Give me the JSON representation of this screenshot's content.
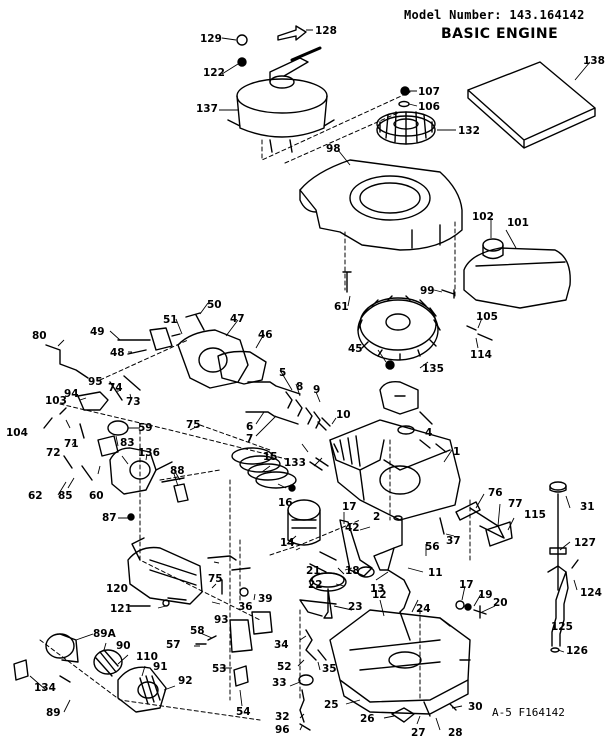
{
  "header": {
    "model_label": "Model Number:",
    "model_number": "143.164142",
    "title": "BASIC ENGINE"
  },
  "reference": "A-5  F164142",
  "callouts": [
    "129",
    "128",
    "122",
    "137",
    "107",
    "106",
    "132",
    "138",
    "98",
    "102",
    "101",
    "99",
    "61",
    "105",
    "114",
    "50",
    "51",
    "47",
    "46",
    "49",
    "48",
    "80",
    "95",
    "94",
    "74",
    "73",
    "103",
    "104",
    "72",
    "71",
    "59",
    "75",
    "45",
    "135",
    "5",
    "8",
    "9",
    "10",
    "4",
    "6",
    "7",
    "133",
    "15",
    "83",
    "136",
    "88",
    "62",
    "85",
    "60",
    "87",
    "1",
    "76",
    "77",
    "115",
    "17",
    "2",
    "42",
    "16",
    "14",
    "56",
    "37",
    "31",
    "127",
    "18",
    "21",
    "22",
    "13",
    "11",
    "124",
    "17",
    "19",
    "20",
    "120",
    "121",
    "75",
    "39",
    "93",
    "36",
    "23",
    "12",
    "24",
    "125",
    "126",
    "58",
    "57",
    "53",
    "89A",
    "90",
    "110",
    "91",
    "92",
    "34",
    "52",
    "33",
    "35",
    "134",
    "89",
    "54",
    "32",
    "96",
    "25",
    "26",
    "27",
    "28",
    "30"
  ]
}
